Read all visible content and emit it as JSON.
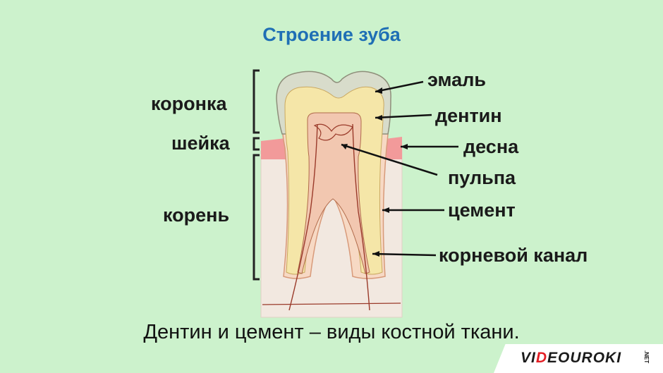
{
  "title": "Строение зуба",
  "left_labels": {
    "crown": "коронка",
    "neck": "шейка",
    "root": "корень"
  },
  "right_labels": {
    "enamel": "эмаль",
    "dentin": "дентин",
    "gum": "десна",
    "pulp": "пульпа",
    "cement": "цемент",
    "root_canal": "корневой канал"
  },
  "caption": "Дентин и цемент – виды костной ткани.",
  "brand": {
    "prefix": "VI",
    "accent": "D",
    "suffix": "EOUROKI",
    "tld": ".NET"
  },
  "colors": {
    "background": "#ccf2cc",
    "title": "#1f6fb5",
    "enamel": "#d8dccb",
    "dentin": "#f5e6a8",
    "pulp": "#f2c7b0",
    "gum": "#f29a9a",
    "bone": "#f2e8e0"
  }
}
